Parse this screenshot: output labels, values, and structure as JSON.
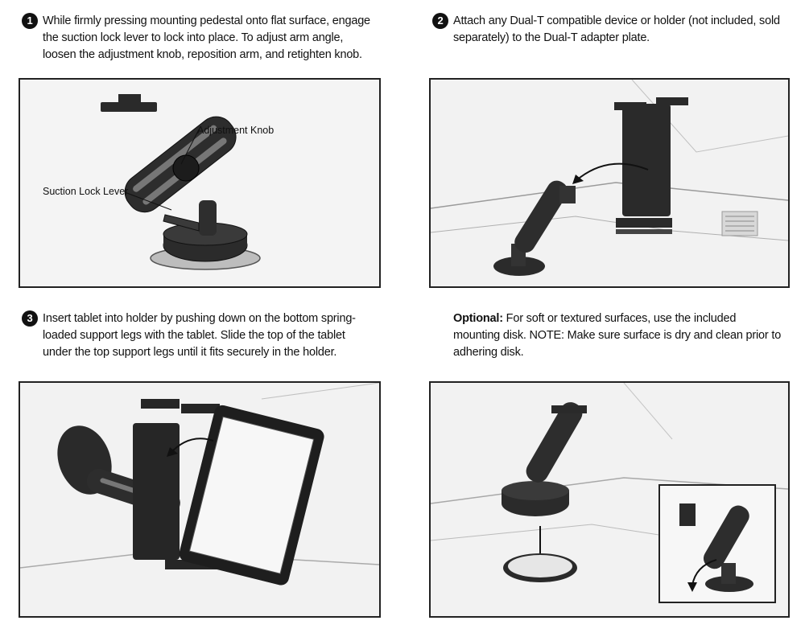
{
  "steps": [
    {
      "number": "1",
      "lines": [
        "While firmly pressing mounting pedestal onto flat surface, engage",
        "the suction lock lever to lock into place. To adjust arm angle,",
        "loosen the adjustment knob, reposition arm, and retighten knob."
      ]
    },
    {
      "number": "2",
      "lines": [
        "Attach any Dual-T compatible device or holder (not included, sold",
        "separately) to the Dual-T adapter plate."
      ]
    },
    {
      "number": "3",
      "lines": [
        "Insert tablet into holder by pushing down on the bottom spring-",
        "loaded support legs with the tablet. Slide the top of the tablet",
        "under the top support legs until it fits securely in the holder."
      ]
    }
  ],
  "optional": {
    "label": "Optional:",
    "lines": [
      " For soft or textured surfaces, use the included",
      "mounting disk. NOTE: Make sure surface is dry and clean prior to",
      "adhering disk."
    ]
  },
  "callouts": {
    "adjustment_knob": "Adjustment Knob",
    "suction_lock_lever": "Suction Lock Lever"
  }
}
